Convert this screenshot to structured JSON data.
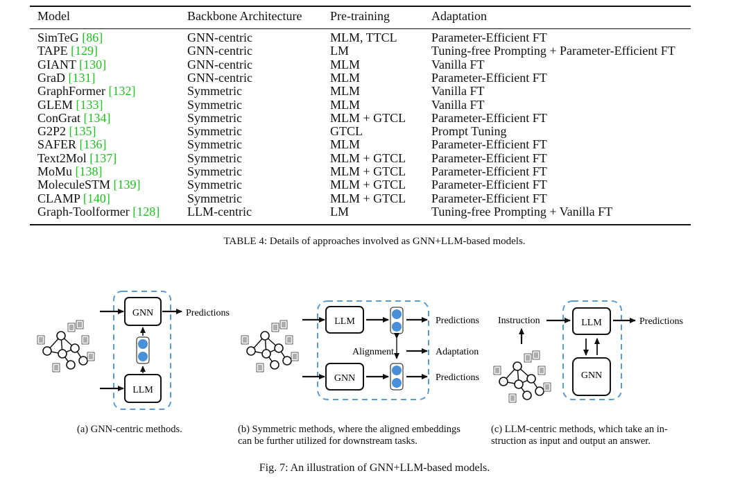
{
  "table": {
    "headers": [
      "Model",
      "Backbone Architecture",
      "Pre-training",
      "Adaptation"
    ],
    "rows": [
      {
        "model": "SimTeG",
        "ref": "[86]",
        "backbone": "GNN-centric",
        "pretraining": "MLM, TTCL",
        "adaptation": "Parameter-Efficient FT"
      },
      {
        "model": "TAPE",
        "ref": "[129]",
        "backbone": "GNN-centric",
        "pretraining": "LM",
        "adaptation": "Tuning-free Prompting + Parameter-Efficient FT"
      },
      {
        "model": "GIANT",
        "ref": "[130]",
        "backbone": "GNN-centric",
        "pretraining": "MLM",
        "adaptation": "Vanilla FT"
      },
      {
        "model": "GraD",
        "ref": "[131]",
        "backbone": "GNN-centric",
        "pretraining": "MLM",
        "adaptation": "Parameter-Efficient FT"
      },
      {
        "model": "GraphFormer",
        "ref": "[132]",
        "backbone": "Symmetric",
        "pretraining": "MLM",
        "adaptation": "Vanilla FT"
      },
      {
        "model": "GLEM",
        "ref": "[133]",
        "backbone": "Symmetric",
        "pretraining": "MLM",
        "adaptation": "Vanilla FT"
      },
      {
        "model": "ConGrat",
        "ref": "[134]",
        "backbone": "Symmetric",
        "pretraining": "MLM + GTCL",
        "adaptation": "Parameter-Efficient FT"
      },
      {
        "model": "G2P2",
        "ref": "[135]",
        "backbone": "Symmetric",
        "pretraining": "GTCL",
        "adaptation": "Prompt Tuning"
      },
      {
        "model": "SAFER",
        "ref": "[136]",
        "backbone": "Symmetric",
        "pretraining": "MLM",
        "adaptation": "Parameter-Efficient FT"
      },
      {
        "model": "Text2Mol",
        "ref": "[137]",
        "backbone": "Symmetric",
        "pretraining": "MLM + GTCL",
        "adaptation": "Parameter-Efficient FT"
      },
      {
        "model": "MoMu",
        "ref": "[138]",
        "backbone": "Symmetric",
        "pretraining": "MLM + GTCL",
        "adaptation": "Parameter-Efficient FT"
      },
      {
        "model": "MoleculeSTM",
        "ref": "[139]",
        "backbone": "Symmetric",
        "pretraining": "MLM + GTCL",
        "adaptation": "Parameter-Efficient FT"
      },
      {
        "model": "CLAMP",
        "ref": "[140]",
        "backbone": "Symmetric",
        "pretraining": "MLM + GTCL",
        "adaptation": "Parameter-Efficient FT"
      },
      {
        "model": "Graph-Toolformer",
        "ref": "[128]",
        "backbone": "LLM-centric",
        "pretraining": "LM",
        "adaptation": "Tuning-free Prompting + Vanilla FT"
      }
    ],
    "caption": "TABLE 4: Details of approaches involved as GNN+LLM-based models."
  },
  "figure": {
    "a": {
      "gnn": "GNN",
      "llm": "LLM",
      "predictions": "Predictions",
      "caption": "(a) GNN-centric methods."
    },
    "b": {
      "llm": "LLM",
      "gnn": "GNN",
      "predictions_top": "Predictions",
      "alignment": "Alignment",
      "adaptation": "Adaptation",
      "predictions_bottom": "Predictions",
      "caption_line1": "(b) Symmetric methods, where the aligned embeddings",
      "caption_line2": "can be further utilized for downstream tasks."
    },
    "c": {
      "instruction": "Instruction",
      "llm": "LLM",
      "gnn": "GNN",
      "predictions": "Predictions",
      "caption_line1": "(c) LLM-centric methods, which take an in-",
      "caption_line2": "struction as input and output an answer."
    },
    "caption": "Fig. 7: An illustration of GNN+LLM-based models."
  },
  "colors": {
    "citation": "#20c020",
    "embedding_node": "#4a90d9",
    "dashed_border": "#5b9bd5"
  }
}
